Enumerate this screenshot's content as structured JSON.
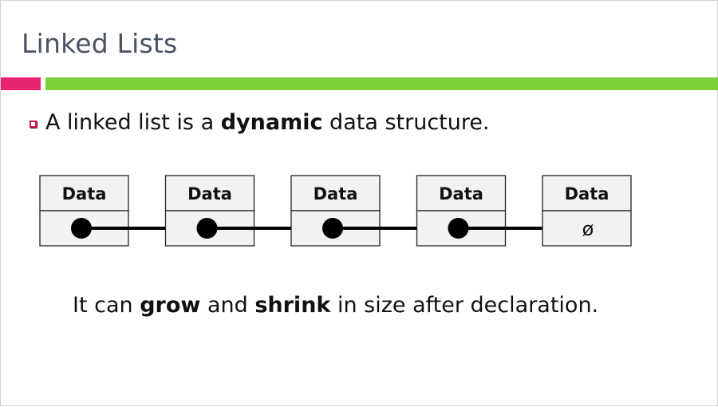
{
  "slide": {
    "title": "Linked Lists",
    "accent_colors": {
      "pink": "#e8246f",
      "green": "#7ed03b",
      "bullet": "#c0204a"
    },
    "bullet": {
      "icon": "square-bullet-icon",
      "before": "A linked list is a ",
      "emphasis": "dynamic",
      "after": " data structure."
    },
    "note": {
      "before": "It can ",
      "emphasis1": "grow",
      "middle": " and ",
      "emphasis2": "shrink",
      "after": " in size after declaration."
    }
  },
  "diagram": {
    "nodes": [
      {
        "label": "Data",
        "pointer": "dot"
      },
      {
        "label": "Data",
        "pointer": "dot"
      },
      {
        "label": "Data",
        "pointer": "dot"
      },
      {
        "label": "Data",
        "pointer": "dot"
      },
      {
        "label": "Data",
        "pointer": "null",
        "null_symbol": "ø"
      }
    ]
  }
}
